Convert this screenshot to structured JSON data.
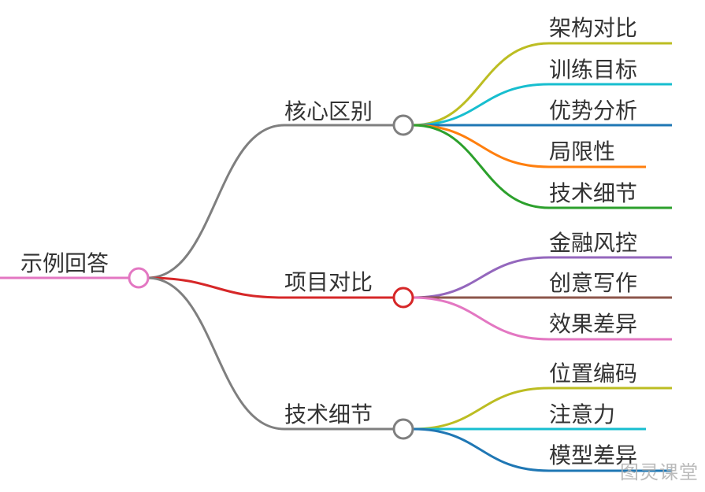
{
  "root": {
    "label": "示例回答",
    "color": "#e377c2"
  },
  "branches": [
    {
      "label": "核心区别",
      "color": "#7f7f7f",
      "children": [
        {
          "label": "架构对比",
          "color": "#bcbd22"
        },
        {
          "label": "训练目标",
          "color": "#17becf"
        },
        {
          "label": "优势分析",
          "color": "#1f77b4"
        },
        {
          "label": "局限性",
          "color": "#ff7f0e"
        },
        {
          "label": "技术细节",
          "color": "#2ca02c"
        }
      ]
    },
    {
      "label": "项目对比",
      "color": "#d62728",
      "children": [
        {
          "label": "金融风控",
          "color": "#9467bd"
        },
        {
          "label": "创意写作",
          "color": "#8c564b"
        },
        {
          "label": "效果差异",
          "color": "#e377c2"
        }
      ]
    },
    {
      "label": "技术细节",
      "color": "#7f7f7f",
      "children": [
        {
          "label": "位置编码",
          "color": "#bcbd22"
        },
        {
          "label": "注意力",
          "color": "#17becf"
        },
        {
          "label": "模型差异",
          "color": "#1f77b4"
        }
      ]
    }
  ],
  "watermark": "图灵课堂"
}
